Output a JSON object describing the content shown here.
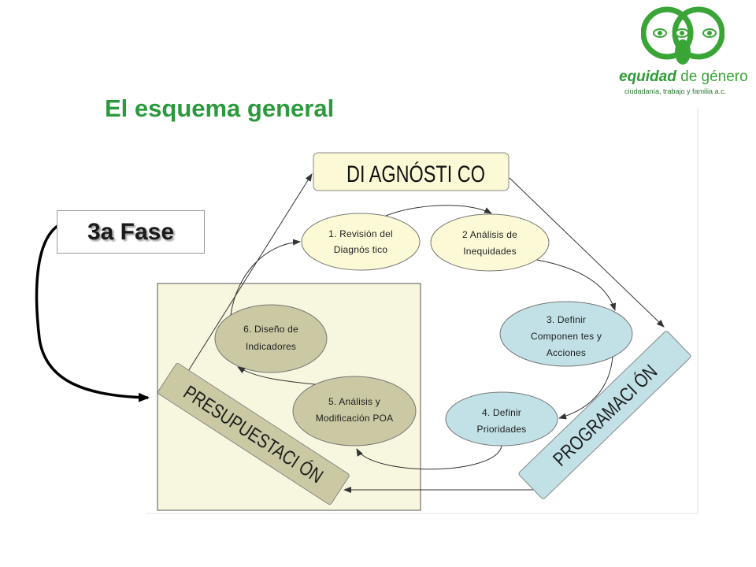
{
  "slide": {
    "title": "El esquema general"
  },
  "logo": {
    "name_bold": "equidad",
    "name_rest": "de género",
    "tagline": "ciudadanía, trabajo y familia a.c."
  },
  "phase": {
    "label": "3a Fase"
  },
  "diagram": {
    "header": "DI AGNÓSTI CO",
    "steps": [
      {
        "lines": [
          "1. Revisión del",
          "Diagnós tico"
        ]
      },
      {
        "lines": [
          "2 Análisis de",
          "Inequidades"
        ]
      },
      {
        "lines": [
          "3. Definir",
          "Componen tes y",
          "Acciones"
        ]
      },
      {
        "lines": [
          "4. Definir",
          "Prioridades"
        ]
      },
      {
        "lines": [
          "5. Análisis y",
          "Modificación POA"
        ]
      },
      {
        "lines": [
          "6. Diseño de",
          "Indicadores"
        ]
      }
    ],
    "bands": {
      "left": "PRESUPUESTACI ÓN",
      "right": "PROGRAMACI ÓN"
    }
  },
  "colors": {
    "title": "#2a9a3c",
    "logo_green": "#3aa537",
    "yellow_fill": "#fcfad6",
    "blue_fill": "#c1e1e6",
    "olive_fill": "#cac9a3",
    "beige_zone": "#f7f6df"
  }
}
